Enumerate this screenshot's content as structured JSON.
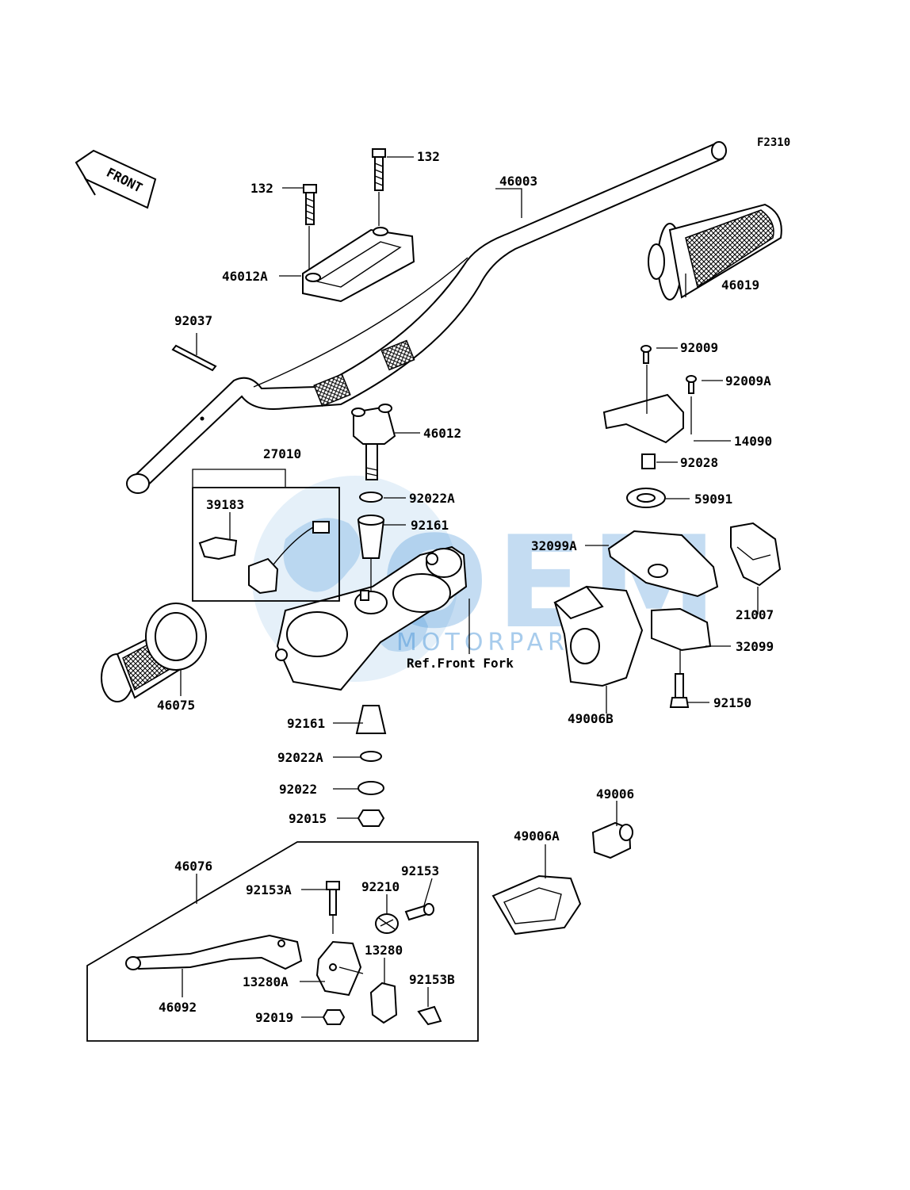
{
  "figure_code": "F2310",
  "direction_badge": "FRONT",
  "reference_note": "Ref.Front Fork",
  "watermark": {
    "logo": "OEM",
    "text": "MOTORPARTS",
    "color": "#3f8fd6"
  },
  "callouts": [
    {
      "id": "132",
      "label": "132"
    },
    {
      "id": "132b",
      "label": "132"
    },
    {
      "id": "46003",
      "label": "46003"
    },
    {
      "id": "46012A",
      "label": "46012A"
    },
    {
      "id": "46019",
      "label": "46019"
    },
    {
      "id": "92037",
      "label": "92037"
    },
    {
      "id": "92009",
      "label": "92009"
    },
    {
      "id": "92009A",
      "label": "92009A"
    },
    {
      "id": "46012",
      "label": "46012"
    },
    {
      "id": "14090",
      "label": "14090"
    },
    {
      "id": "27010",
      "label": "27010"
    },
    {
      "id": "92028",
      "label": "92028"
    },
    {
      "id": "92022A",
      "label": "92022A"
    },
    {
      "id": "59091",
      "label": "59091"
    },
    {
      "id": "39183",
      "label": "39183"
    },
    {
      "id": "92161",
      "label": "92161"
    },
    {
      "id": "32099A",
      "label": "32099A"
    },
    {
      "id": "21007",
      "label": "21007"
    },
    {
      "id": "32099",
      "label": "32099"
    },
    {
      "id": "92150",
      "label": "92150"
    },
    {
      "id": "46075",
      "label": "46075"
    },
    {
      "id": "49006B",
      "label": "49006B"
    },
    {
      "id": "92161b",
      "label": "92161"
    },
    {
      "id": "92022Ab",
      "label": "92022A"
    },
    {
      "id": "92022",
      "label": "92022"
    },
    {
      "id": "92015",
      "label": "92015"
    },
    {
      "id": "49006",
      "label": "49006"
    },
    {
      "id": "49006A",
      "label": "49006A"
    },
    {
      "id": "46076",
      "label": "46076"
    },
    {
      "id": "92153",
      "label": "92153"
    },
    {
      "id": "92153A",
      "label": "92153A"
    },
    {
      "id": "92210",
      "label": "92210"
    },
    {
      "id": "13280",
      "label": "13280"
    },
    {
      "id": "13280A",
      "label": "13280A"
    },
    {
      "id": "92153B",
      "label": "92153B"
    },
    {
      "id": "46092",
      "label": "46092"
    },
    {
      "id": "92019",
      "label": "92019"
    }
  ]
}
